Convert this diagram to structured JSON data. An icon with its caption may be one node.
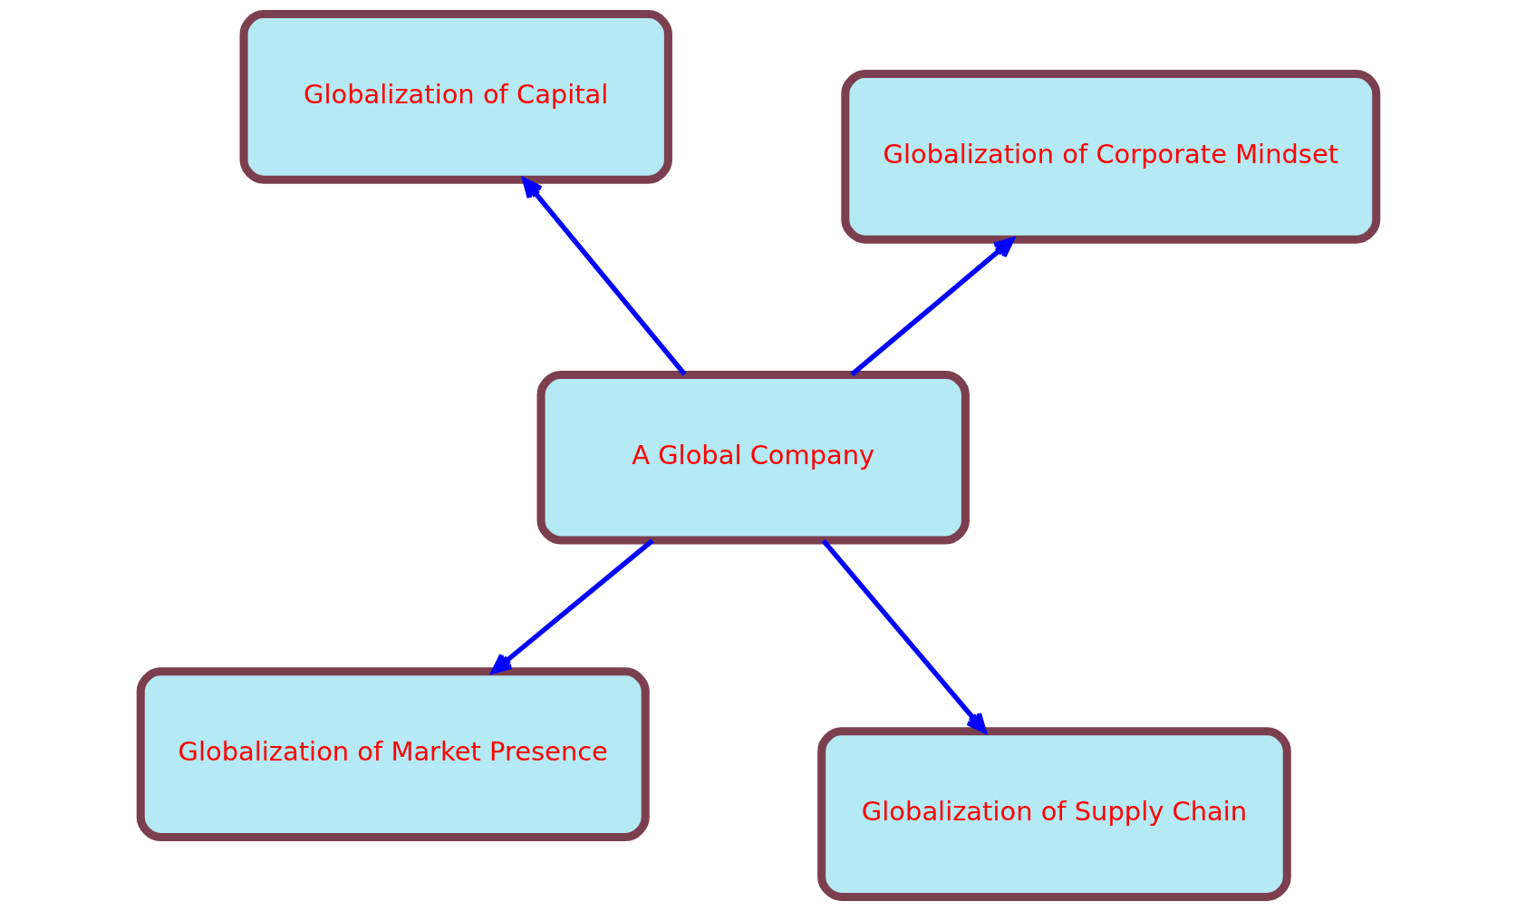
{
  "diagram": {
    "nodes": [
      {
        "text": [
          "Globalization of Market Presence"
        ]
      },
      {
        "text": [
          "Globalization of Supply Chain"
        ]
      },
      {
        "text": [
          "A Global Company"
        ]
      },
      {
        "text": [
          "Globalization of Capital"
        ]
      },
      {
        "text": [
          "Globalization of Corporate Mindset"
        ]
      }
    ],
    "edges": [
      {
        "from": 2,
        "to": 0,
        "arrow": "to"
      },
      {
        "from": 2,
        "to": 1,
        "arrow": "to"
      },
      {
        "from": 2,
        "to": 3,
        "arrow": "to"
      },
      {
        "from": 2,
        "to": 4,
        "arrow": "to"
      }
    ]
  }
}
